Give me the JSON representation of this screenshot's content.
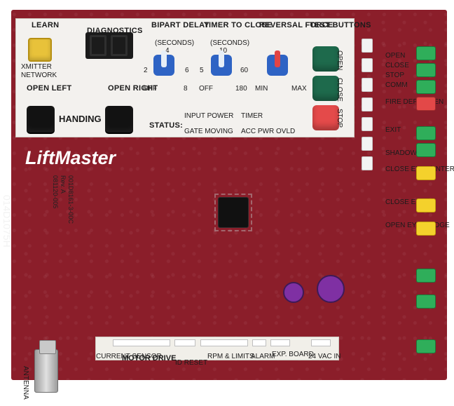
{
  "brand": {
    "logo_text": "LiftMaster"
  },
  "top_panel": {
    "learn": "LEARN",
    "xmitter": "XMITTER",
    "network": "NETWORK",
    "diagnostics": "DIAGNOSTICS",
    "open_left": "OPEN\nLEFT",
    "open_right": "OPEN\nRIGHT",
    "handing": "HANDING",
    "bipart_delay": "BIPART\nDELAY",
    "bipart_seconds": "(SECONDS)",
    "bipart_4": "4",
    "bipart_2": "2",
    "bipart_6": "6",
    "bipart_off": "OFF",
    "bipart_8": "8",
    "timer_to_close": "TIMER\nTO CLOSE",
    "timer_seconds": "(SECONDS)",
    "timer_10": "10",
    "timer_5": "5",
    "timer_60": "60",
    "timer_off": "OFF",
    "timer_180": "180",
    "reversal_force": "REVERSAL\nFORCE",
    "force_min": "MIN",
    "force_max": "MAX",
    "test_buttons": "TEST\nBUTTONS",
    "test_open": "OPEN",
    "test_close": "CLOSE",
    "test_stop": "STOP"
  },
  "status": {
    "label": "STATUS:",
    "input_power": "INPUT POWER",
    "timer": "TIMER",
    "gate_moving": "GATE MOVING",
    "acc_pwr_ovld": "ACC PWR OVLD"
  },
  "right_connectors": {
    "open": "OPEN",
    "close": "CLOSE",
    "stop": "STOP",
    "comm": "COMM",
    "fire_dept_open": "FIRE\nDEPT\nOPEN",
    "exit": "EXIT",
    "shadow": "SHADOW",
    "close_eyes_interrupt": "CLOSE\nEYES/\nINTERUPT",
    "close_edge": "CLOSE\nEDGE",
    "open_eyes_edge": "OPEN\nEYES/\nEDGE"
  },
  "bottom": {
    "current_sensor": "CURRENT\nSENSOR",
    "motor_drive": "MOTOR DRIVE",
    "id_reset": "ID RESET",
    "rpm_limits": "RPM & LIMITS",
    "alarm": "ALARM",
    "exp_board": "EXP.\nBOARD",
    "vac_in": "24 VAC IN",
    "antenna": "ANTENNA"
  },
  "sticker": {
    "line1": "001D8161-3-00C",
    "line2": "Rev. A",
    "line3": "081120-005"
  },
  "side_code": "014D1075H"
}
